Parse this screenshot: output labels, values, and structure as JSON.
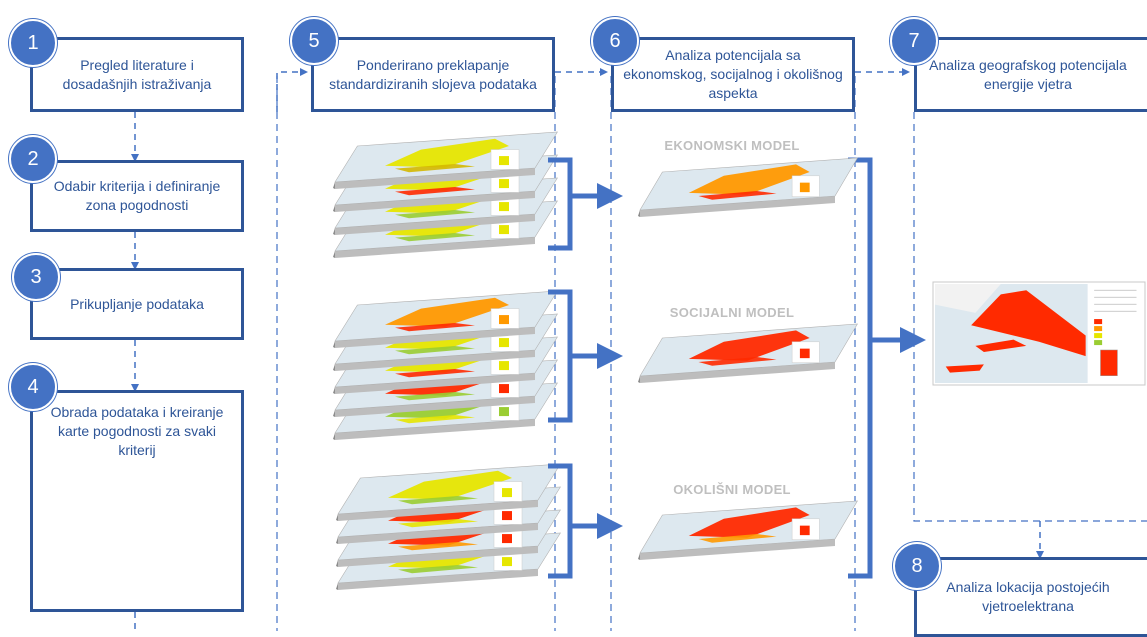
{
  "steps": [
    {
      "number": "1",
      "label": "Pregled literature i dosadašnjih istraživanja"
    },
    {
      "number": "2",
      "label": "Odabir kriterija i definiranje zona pogodnosti"
    },
    {
      "number": "3",
      "label": "Prikupljanje podataka"
    },
    {
      "number": "4",
      "label": "Obrada podataka i kreiranje karte pogodnosti za svaki kriterij"
    },
    {
      "number": "5",
      "label": "Ponderirano preklapanje standardiziranih slojeva podataka"
    },
    {
      "number": "6",
      "label": "Analiza potencijala sa ekonomskog, socijalnog i okolišnog aspekta"
    },
    {
      "number": "7",
      "label": "Analiza geografskog potencijala energije vjetra"
    },
    {
      "number": "8",
      "label": "Analiza lokacija postojećih vjetroelektrana"
    }
  ],
  "models": [
    {
      "label": "EKONOMSKI MODEL"
    },
    {
      "label": "SOCIJALNI MODEL"
    },
    {
      "label": "OKOLIŠNI MODEL"
    }
  ],
  "colors": {
    "accent": "#2e5597",
    "circle": "#4472c4",
    "arrow": "#4472c4",
    "model_label": "#bfbfbf",
    "suitability_high": "#ff2a00",
    "suitability_medium": "#ff9900",
    "suitability_low": "#e6e600",
    "suitability_lowest": "#9acd32",
    "map_sea": "#dde8ef",
    "map_land": "#f2f2f2"
  },
  "icons": [
    "suitability-map-icon",
    "layer-stack-icon",
    "bracket-arrow-icon"
  ]
}
